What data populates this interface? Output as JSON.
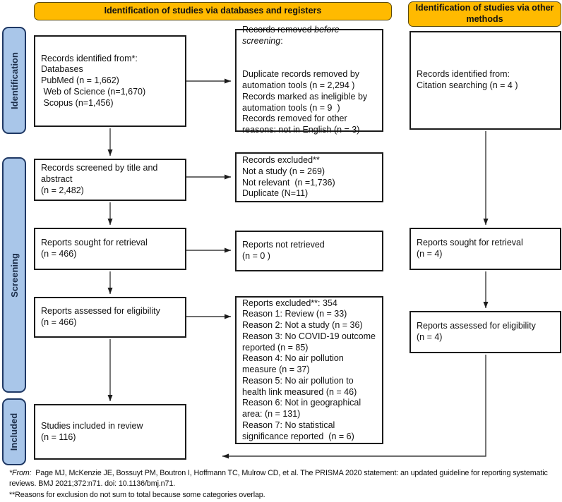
{
  "headers": {
    "databases": "Identification of studies via databases and registers",
    "other_methods": "Identification of studies via other methods"
  },
  "sidebar": {
    "identification": "Identification",
    "screening": "Screening",
    "included": "Included"
  },
  "boxes": {
    "records_identified": {
      "lines": [
        "Records identified from*:",
        "Databases",
        "PubMed (n = 1,662)",
        " Web of Science (n=1,670)",
        " Scopus (n=1,456)"
      ]
    },
    "records_removed": {
      "title_pre": "Records removed ",
      "title_italic": "before screening",
      "title_post": ":",
      "lines": [
        "Duplicate records removed by automation tools (n = 2,294 )",
        "Records marked as ineligible by automation tools (n = 9  )",
        "Records removed for other reasons: not in English (n = 3)"
      ]
    },
    "citation_identified": {
      "lines": [
        "Records identified from:",
        "Citation searching (n = 4 )"
      ]
    },
    "records_screened": {
      "lines": [
        "Records screened by title and abstract",
        "(n = 2,482)"
      ]
    },
    "records_excluded": {
      "lines": [
        "Records excluded**",
        "Not a study (n = 269)",
        "Not relevant  (n =1,736)",
        "Duplicate (N=11)"
      ]
    },
    "reports_sought": {
      "lines": [
        "Reports sought for retrieval",
        "(n = 466)"
      ]
    },
    "reports_not_retrieved": {
      "lines": [
        "Reports not retrieved",
        "(n = 0 )"
      ]
    },
    "citation_sought": {
      "lines": [
        "Reports sought for retrieval",
        "(n = 4)"
      ]
    },
    "reports_assessed": {
      "lines": [
        "Reports assessed for eligibility",
        "(n = 466)"
      ]
    },
    "reports_excluded": {
      "lines": [
        "Reports excluded**: 354",
        "Reason 1: Review (n = 33)",
        "Reason 2: Not a study (n = 36)",
        "Reason 3: No COVID-19 outcome reported (n = 85)",
        "Reason 4: No air pollution measure (n = 37)",
        "Reason 5: No air pollution to health link measured (n = 46)",
        "Reason 6: Not in geographical area: (n = 131)",
        "Reason 7: No statistical significance reported  (n = 6)"
      ]
    },
    "citation_assessed": {
      "lines": [
        "Reports assessed for eligibility",
        "(n = 4)"
      ]
    },
    "studies_included": {
      "lines": [
        "Studies included in review",
        "(n = 116)"
      ]
    }
  },
  "footnotes": {
    "from_italic": "*From:",
    "from_rest": "  Page MJ, McKenzie JE, Bossuyt PM, Boutron I, Hoffmann TC, Mulrow CD, et al. The PRISMA 2020 statement: an updated guideline for reporting systematic reviews. BMJ 2021;372:n71. doi: 10.1136/bmj.n71.",
    "reasons": "**Reasons for exclusion do not sum to total because some categories overlap."
  },
  "colors": {
    "header_fill": "#FFBA00",
    "header_border": "#5B4A0E",
    "sidebar_fill": "#A9C6E9",
    "sidebar_border": "#1F3864",
    "box_border": "#1B1B1B",
    "arrow": "#3D3D3D"
  }
}
